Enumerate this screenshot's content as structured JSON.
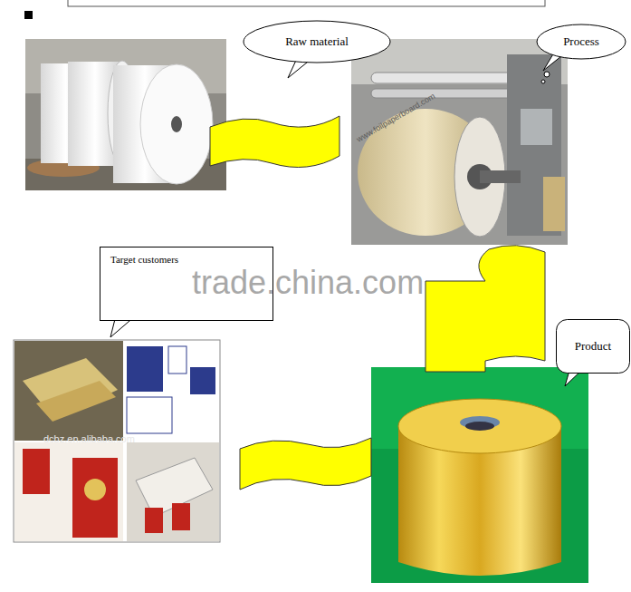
{
  "diagram": {
    "nodes": [
      {
        "text": [
          "Raw material"
        ]
      },
      {
        "text": [
          "Process"
        ]
      },
      {
        "text": [
          "Target customers"
        ]
      },
      {
        "text": [
          "Product"
        ]
      }
    ],
    "labels": [
      "trade.china.com",
      "dcbz.en.alibaba.com",
      "www.foilpaperboard.com"
    ]
  }
}
